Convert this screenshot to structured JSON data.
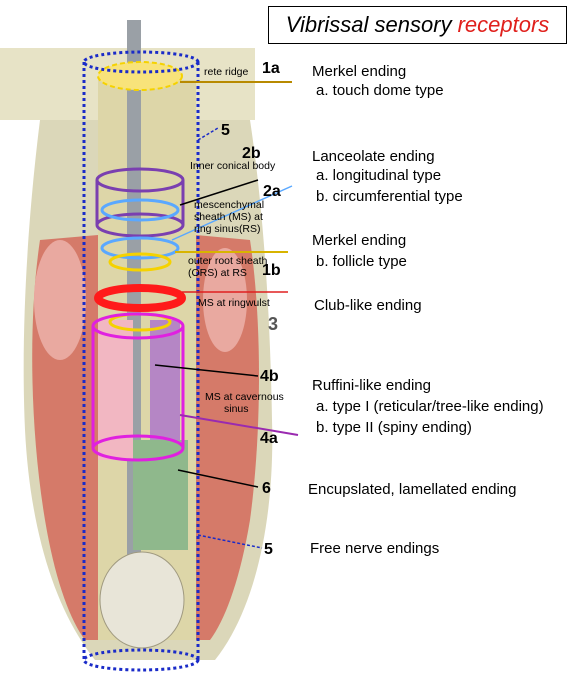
{
  "title": {
    "main": "Vibrissal sensory",
    "accent": "receptors",
    "accent_color": "#e0201c"
  },
  "categories": [
    {
      "num": "1a",
      "label": "Merkel ending",
      "sub": [
        "a. touch dome type"
      ]
    },
    {
      "num": "2",
      "label": "Lanceolate ending",
      "sub": [
        "a. longitudinal type",
        "b. circumferential type"
      ]
    },
    {
      "num": "1b",
      "label": "Merkel ending",
      "sub": [
        "b. follicle type"
      ]
    },
    {
      "num": "3",
      "label": "Club-like ending",
      "sub": []
    },
    {
      "num": "4",
      "label": "Ruffini-like ending",
      "sub": [
        "a. type I (reticular/tree-like ending)",
        "b. type II (spiny ending)"
      ]
    },
    {
      "num": "6",
      "label": "Encupslated, lamellated ending",
      "sub": []
    },
    {
      "num": "5",
      "label": "Free nerve endings",
      "sub": []
    }
  ],
  "anatomy": {
    "rete_ridge": "rete ridge",
    "inner_conical": "Inner conical body",
    "ms_ring_sinus": [
      "mescenchymal",
      "sheath (MS) at",
      "ring sinus(RS)"
    ],
    "ors_rs": [
      "outer root sheath",
      "(ORS) at RS"
    ],
    "ms_ringwulst": "MS at ringwulst",
    "ms_cavernous": [
      "MS at cavernous",
      "sinus"
    ]
  },
  "numbers": {
    "n1a": "1a",
    "n1b": "1b",
    "n2a": "2a",
    "n2b": "2b",
    "n3": "3",
    "n4a": "4a",
    "n4b": "4b",
    "n5a": "5",
    "n5b": "5",
    "n6": "6"
  },
  "colors": {
    "dotted_box": "#1a2bc8",
    "merkel": "#f5d200",
    "lanceolate_long": "#5aa8ff",
    "lanceolate_circ": "#7a3fb0",
    "club": "#ff1a1a",
    "ruffini": "#e020e0",
    "tissue_pink": "#e8a79a",
    "tissue_red": "#c8554a",
    "skin": "#d8d2a4"
  }
}
